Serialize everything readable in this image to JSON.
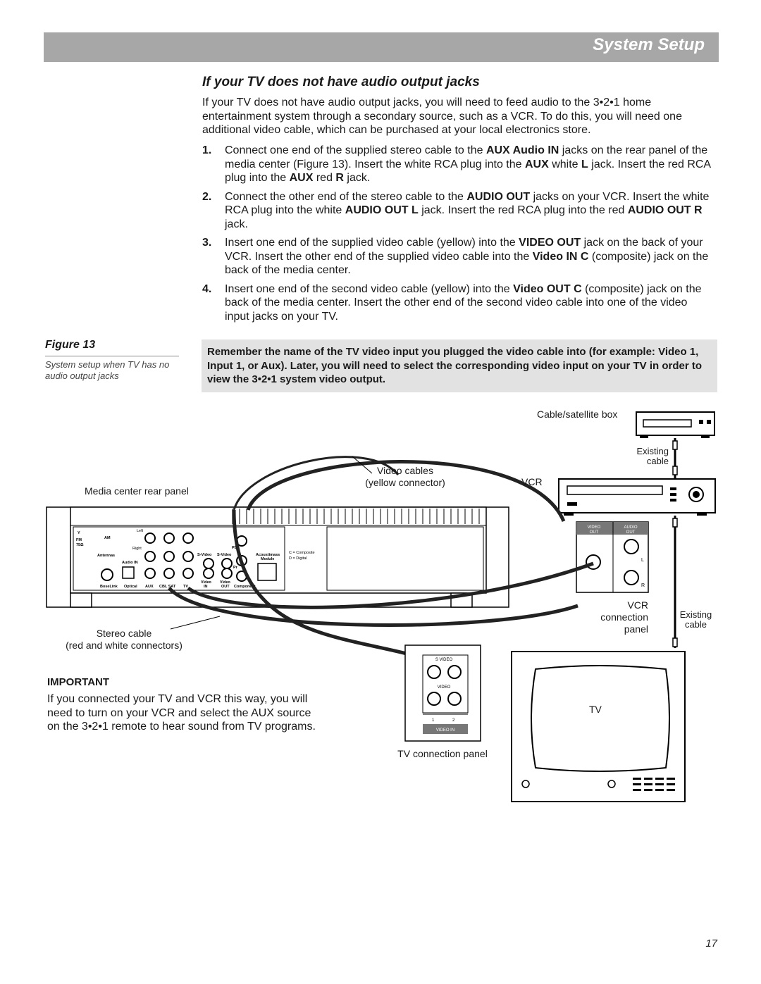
{
  "header": {
    "title": "System Setup"
  },
  "section": {
    "heading": "If your TV does not have audio output jacks",
    "intro": "If your TV does not have audio output jacks, you will need to feed audio to the 3•2•1 home entertainment system through a secondary source, such as a VCR. To do this, you will need one additional video cable, which can be purchased at your local electronics store."
  },
  "steps": [
    {
      "num": "1.",
      "parts": [
        "Connect one end of the supplied stereo cable to the ",
        "AUX Audio IN",
        " jacks on the rear panel of the media center (Figure 13). Insert the white RCA plug into the ",
        "AUX",
        " white ",
        "L",
        " jack. Insert the red RCA plug into the ",
        "AUX",
        " red ",
        "R",
        " jack."
      ]
    },
    {
      "num": "2.",
      "parts": [
        "Connect the other end of the stereo cable to the ",
        "AUDIO OUT",
        " jacks on your VCR. Insert the white RCA plug into the white ",
        "AUDIO OUT L",
        " jack. Insert the red RCA plug into the red ",
        "AUDIO OUT R",
        " jack."
      ]
    },
    {
      "num": "3.",
      "parts": [
        "Insert one end of the supplied video cable (yellow) into the ",
        "VIDEO OUT",
        " jack on the back of your VCR. Insert the other end of the supplied video cable into the ",
        "Video IN C",
        " (composite) jack on the back of the media center."
      ]
    },
    {
      "num": "4.",
      "parts": [
        "Insert one end of the second video cable (yellow) into the ",
        "Video OUT C",
        " (composite) jack on the back of the media center. Insert the other end of the second video cable into one of the video input jacks on your TV."
      ]
    }
  ],
  "figure": {
    "label": "Figure 13",
    "caption": "System setup when TV has no audio output jacks"
  },
  "note": "Remember the name of the TV video input you plugged the video cable into (for example: Video 1, Input 1, or Aux). Later, you will need to select the corresponding video input on your TV in order to view the 3•2•1 system video output.",
  "diagram": {
    "cable_box": "Cable/satellite box",
    "existing_cable_top": [
      "Existing",
      "cable"
    ],
    "video_cables": [
      "Video cables",
      "(yellow connector)"
    ],
    "vcr": "VCR",
    "media_center_panel": "Media center rear panel",
    "vcr_connection_panel": [
      "VCR",
      "connection",
      "panel"
    ],
    "existing_cable_bottom": [
      "Existing",
      "cable"
    ],
    "stereo_cable": [
      "Stereo cable",
      "(red and white connectors)"
    ],
    "tv_connection_panel": "TV connection panel",
    "tv": "TV",
    "mc_jacks": {
      "antennas": "Antennas",
      "am": "AM",
      "fm": "FM",
      "fm_ohm": "75Ω",
      "left": "Left",
      "right": "Right",
      "audio_in": "Audio IN",
      "bose_link": "BoseLink",
      "optical": "Optical",
      "aux": "AUX",
      "cbl_sat": "CBL SAT",
      "tv": "TV",
      "s_video_1": "S-Video",
      "s_video_2": "S-Video",
      "video": "Video",
      "video2": "Video",
      "in": "IN",
      "out": "OUT",
      "component": "Component",
      "pb": "Pb",
      "pr": "Pr",
      "y": "Y",
      "acoustimass": "Acoustimass",
      "module": "Module",
      "composite": "C = Composite",
      "digital": "D = Digital"
    },
    "vcr_jacks": {
      "video_out": [
        "VIDEO",
        "OUT"
      ],
      "audio_out": [
        "AUDIO",
        "OUT"
      ],
      "l": "L",
      "r": "R"
    },
    "tv_jacks": {
      "s_video": "S VIDEO",
      "video": "VIDEO",
      "in1": "1",
      "in2": "2",
      "video_in": "VIDEO IN"
    }
  },
  "important": {
    "heading": "IMPORTANT",
    "text": "If you connected your TV and VCR this way, you will need to turn on your VCR and select the AUX source on the 3•2•1 remote to hear sound from TV programs."
  },
  "page_number": "17"
}
